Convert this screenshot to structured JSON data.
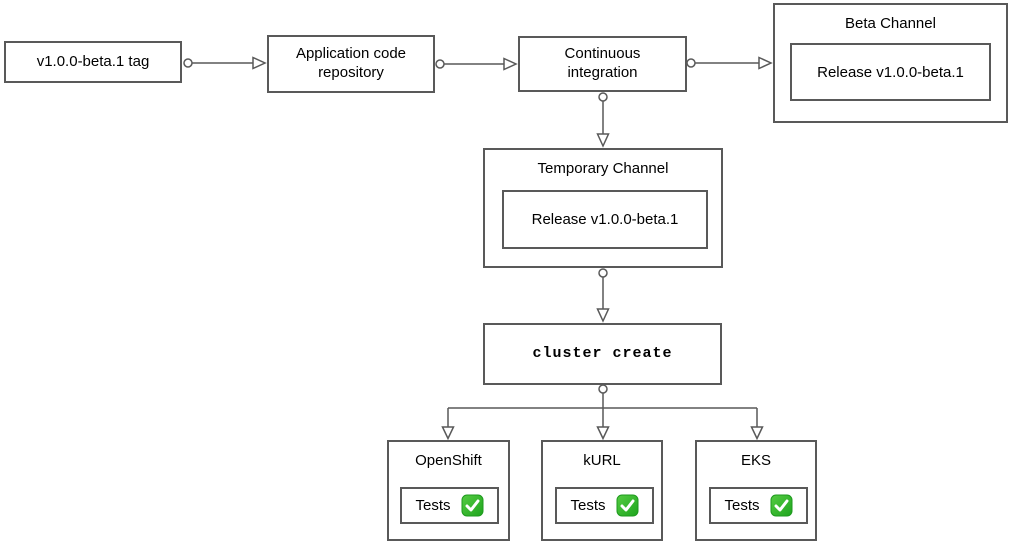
{
  "diagram": {
    "colors": {
      "border": "#595959",
      "text": "#000000",
      "background": "#ffffff",
      "check_green": "#2fb52c"
    },
    "nodes": {
      "tag": {
        "label": "v1.0.0-beta.1 tag"
      },
      "repo": {
        "label": "Application code\nrepository"
      },
      "ci": {
        "label": "Continuous\nintegration"
      },
      "beta_channel": {
        "title": "Beta Channel",
        "release_label": "Release v1.0.0-beta.1"
      },
      "temporary_channel": {
        "title": "Temporary Channel",
        "release_label": "Release v1.0.0-beta.1"
      },
      "cluster_create": {
        "label": "cluster create"
      },
      "clusters": [
        {
          "title": "OpenShift",
          "tests_label": "Tests",
          "status_icon": "check-mark-button"
        },
        {
          "title": "kURL",
          "tests_label": "Tests",
          "status_icon": "check-mark-button"
        },
        {
          "title": "EKS",
          "tests_label": "Tests",
          "status_icon": "check-mark-button"
        }
      ]
    }
  }
}
